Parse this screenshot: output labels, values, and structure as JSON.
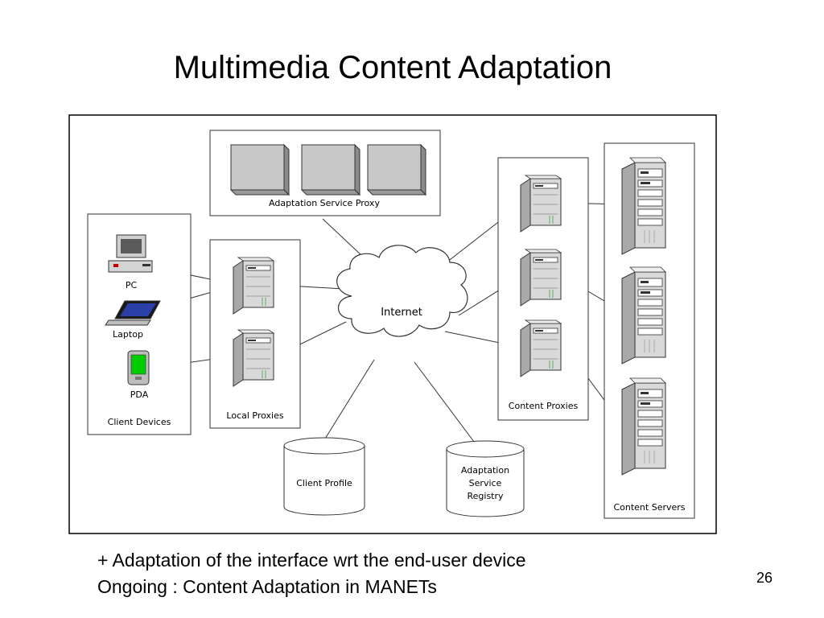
{
  "slide": {
    "title": "Multimedia Content Adaptation",
    "bullets": [
      "+ Adaptation of the interface wrt the end-user device",
      "Ongoing : Content Adaptation in MANETs"
    ],
    "page_number": "26"
  },
  "diagram": {
    "groups": {
      "client_devices": "Client Devices",
      "local_proxies": "Local Proxies",
      "adaptation_service_proxy": "Adaptation Service Proxy",
      "content_proxies": "Content Proxies",
      "content_servers": "Content Servers"
    },
    "devices": {
      "pc": "PC",
      "laptop": "Laptop",
      "pda": "PDA"
    },
    "internet": "Internet",
    "databases": {
      "client_profile": "Client Profile",
      "registry_line1": "Adaptation",
      "registry_line2": "Service",
      "registry_line3": "Registry"
    },
    "colors": {
      "pda_screen": "#00cc00",
      "pc_indicator": "#cc0000",
      "server_body": "#d6d6d6",
      "frame": "#000000"
    }
  }
}
